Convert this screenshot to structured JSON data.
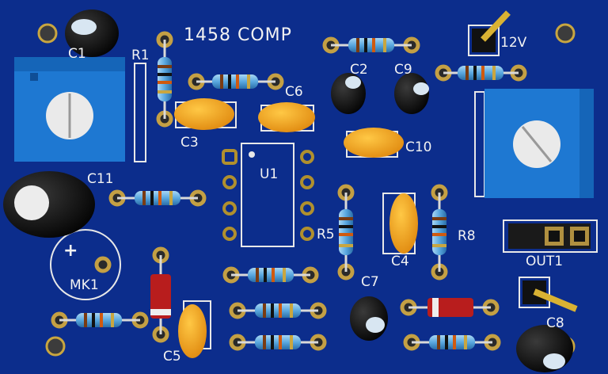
{
  "board": {
    "title": "1458 COMP",
    "power_label": "12V",
    "output_label": "OUT1",
    "mic_label": "MK1",
    "mic_polarity": "+",
    "colors": {
      "board": "#0c2d8c",
      "silkscreen": "#f2f2f2",
      "pad_ring": "#b0902e",
      "capacitor_yellow": "#f0a21a",
      "trimmer_blue": "#1e78d2",
      "electrolytic": "#0a0a0a",
      "diode": "#b81d1d"
    }
  },
  "labels": {
    "r1": "R1",
    "c1": "C1",
    "c2": "C2",
    "c3": "C3",
    "c4": "C4",
    "c5": "C5",
    "c6": "C6",
    "c7": "C7",
    "c8": "C8",
    "c9": "C9",
    "c10": "C10",
    "c11": "C11",
    "r5": "R5",
    "r8": "R8",
    "u1": "U1"
  }
}
